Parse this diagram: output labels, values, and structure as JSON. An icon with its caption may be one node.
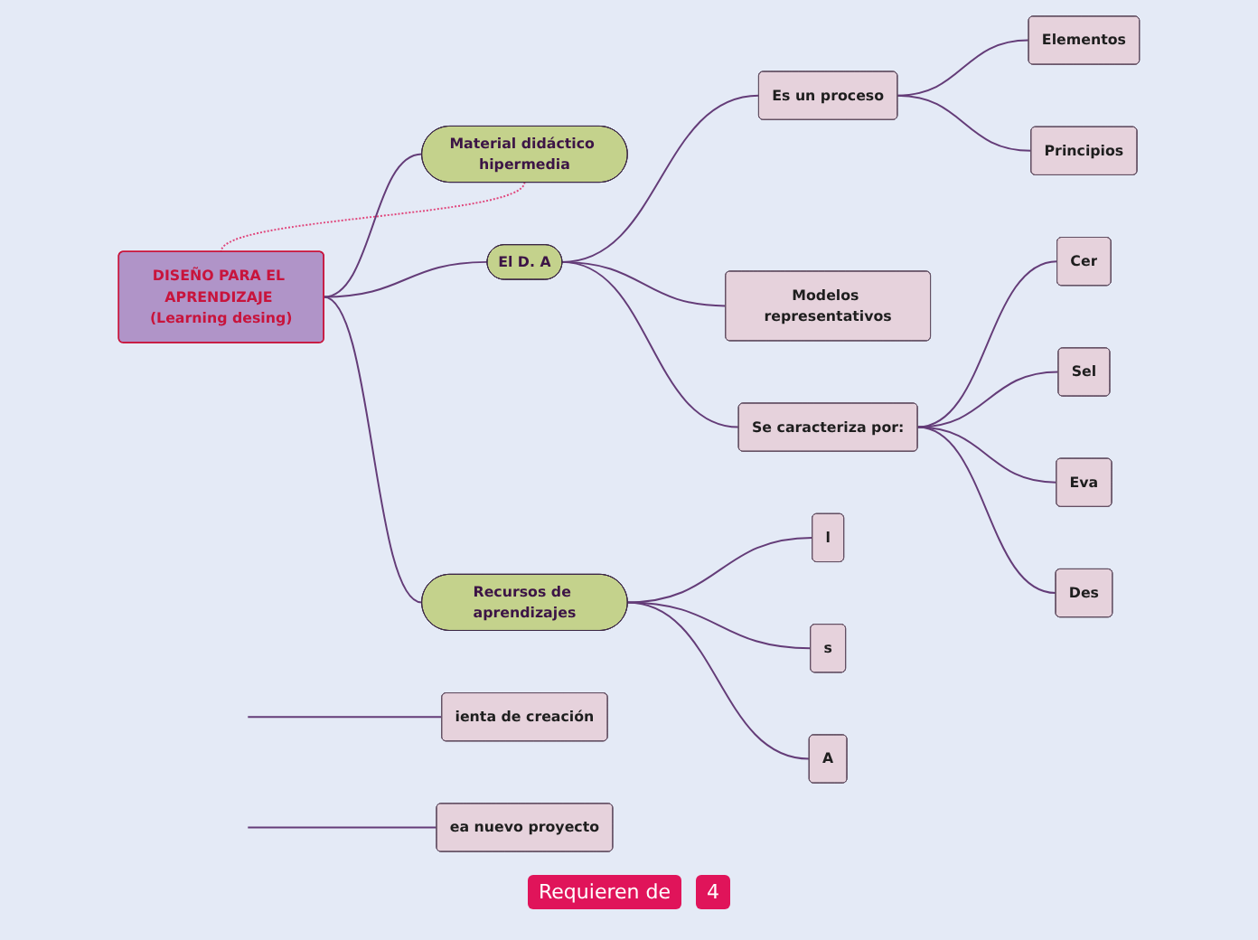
{
  "diagram": {
    "nodes": [
      {
        "text": [
          "DISEÑO PARA EL APRENDIZAJE (Learning desing)"
        ]
      },
      {
        "text": [
          "Material didáctico hipermedia"
        ]
      },
      {
        "text": [
          "Recursos de aprendizajes"
        ]
      },
      {
        "text": [
          "El D. A"
        ]
      },
      {
        "text": [
          "Es un proceso"
        ]
      },
      {
        "text": [
          "Elementos"
        ]
      },
      {
        "text": [
          "Principios"
        ]
      },
      {
        "text": [
          "Modelos representativos"
        ]
      },
      {
        "text": [
          "Se caracteriza por:"
        ]
      },
      {
        "text": [
          "Cer"
        ]
      },
      {
        "text": [
          "Sel"
        ]
      },
      {
        "text": [
          "Eva"
        ]
      },
      {
        "text": [
          "Des"
        ]
      },
      {
        "text": [
          "ienta de creación"
        ]
      },
      {
        "text": [
          "ea nuevo proyecto"
        ]
      },
      {
        "text": [
          "l"
        ]
      },
      {
        "text": [
          "s"
        ]
      },
      {
        "text": [
          "A"
        ]
      }
    ],
    "edges": [
      {
        "from": 0,
        "to": 1,
        "arrow": "none"
      },
      {
        "from": 0,
        "to": 2,
        "arrow": "none"
      },
      {
        "from": 0,
        "to": 3,
        "arrow": "none"
      },
      {
        "from": 3,
        "to": 4,
        "arrow": "none"
      },
      {
        "from": 4,
        "to": 5,
        "arrow": "none"
      },
      {
        "from": 4,
        "to": 6,
        "arrow": "none"
      },
      {
        "from": 3,
        "to": 7,
        "arrow": "none"
      },
      {
        "from": 3,
        "to": 8,
        "arrow": "none"
      },
      {
        "from": 8,
        "to": 9,
        "arrow": "none"
      },
      {
        "from": 8,
        "to": 10,
        "arrow": "none"
      },
      {
        "from": 8,
        "to": 11,
        "arrow": "none"
      },
      {
        "from": 8,
        "to": 12,
        "arrow": "none"
      },
      {
        "from": null,
        "to": 13,
        "arrow": "none"
      },
      {
        "from": null,
        "to": 14,
        "arrow": "none"
      },
      {
        "from": 2,
        "to": 15,
        "arrow": "none"
      },
      {
        "from": 2,
        "to": 16,
        "arrow": "none"
      },
      {
        "from": 2,
        "to": 17,
        "arrow": "none"
      },
      {
        "from": 1,
        "to": 0,
        "arrow": "none",
        "style": "dashed",
        "color": "#e0457b"
      }
    ],
    "labels": [
      "Requieren de",
      "4"
    ]
  }
}
